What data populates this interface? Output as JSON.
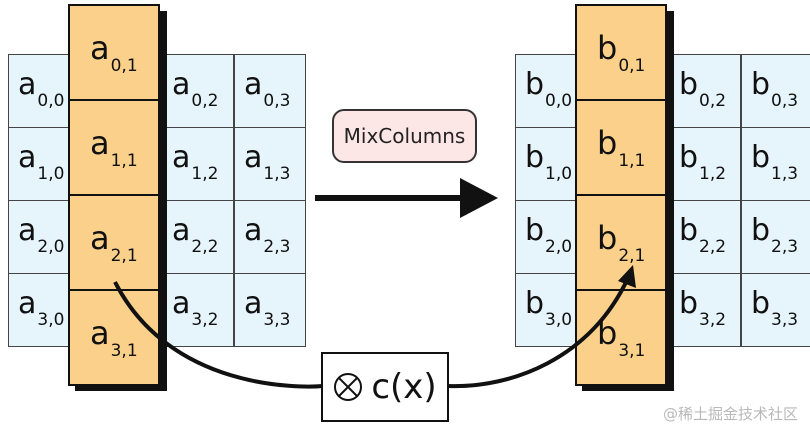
{
  "left_matrix": {
    "symbol": "a",
    "cells": [
      [
        "0,0",
        "0,1",
        "0,2",
        "0,3"
      ],
      [
        "1,0",
        "1,1",
        "1,2",
        "1,3"
      ],
      [
        "2,0",
        "2,1",
        "2,2",
        "2,3"
      ],
      [
        "3,0",
        "3,1",
        "3,2",
        "3,3"
      ]
    ]
  },
  "right_matrix": {
    "symbol": "b",
    "cells": [
      [
        "0,0",
        "0,1",
        "0,2",
        "0,3"
      ],
      [
        "1,0",
        "1,1",
        "1,2",
        "1,3"
      ],
      [
        "2,0",
        "2,1",
        "2,2",
        "2,3"
      ],
      [
        "3,0",
        "3,1",
        "3,2",
        "3,3"
      ]
    ]
  },
  "highlighted_column": 1,
  "operation_label": "MixColumns",
  "multiply_label": "c(x)",
  "multiply_icon": "circled-times-icon",
  "watermark": "@稀土掘金技术社区",
  "colors": {
    "cell_fill": "#e6f4fb",
    "column_fill": "#fad08a",
    "operation_box_fill": "#fde6e6"
  }
}
